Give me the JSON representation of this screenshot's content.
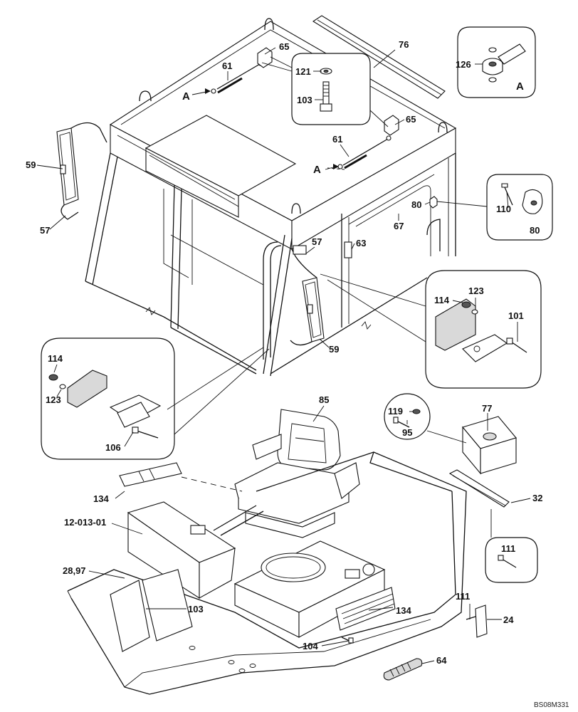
{
  "diagram": {
    "drawing_ref": "BS08M331",
    "detail_letter": "A",
    "labels": {
      "l76": "76",
      "l65a": "65",
      "l61a": "61",
      "l121": "121",
      "l103a": "103",
      "l126": "126",
      "l65b": "65",
      "l61b": "61",
      "l59a": "59",
      "l57a": "57",
      "l80a": "80",
      "l67": "67",
      "l110": "110",
      "l80b": "80",
      "l57b": "57",
      "l63": "63",
      "l114a": "114",
      "l123a": "123",
      "l101": "101",
      "l59b": "59",
      "l114b": "114",
      "l123b": "123",
      "l106": "106",
      "l85": "85",
      "l119": "119",
      "l95": "95",
      "l77": "77",
      "l134a": "134",
      "l32": "32",
      "l12": "12-013-01",
      "l111a": "111",
      "l2897": "28,97",
      "l103b": "103",
      "l134b": "134",
      "l111b": "111",
      "l24": "24",
      "l104": "104",
      "l64": "64"
    },
    "detail_markers": {
      "a1": "A",
      "a2": "A",
      "a3": "A"
    }
  }
}
